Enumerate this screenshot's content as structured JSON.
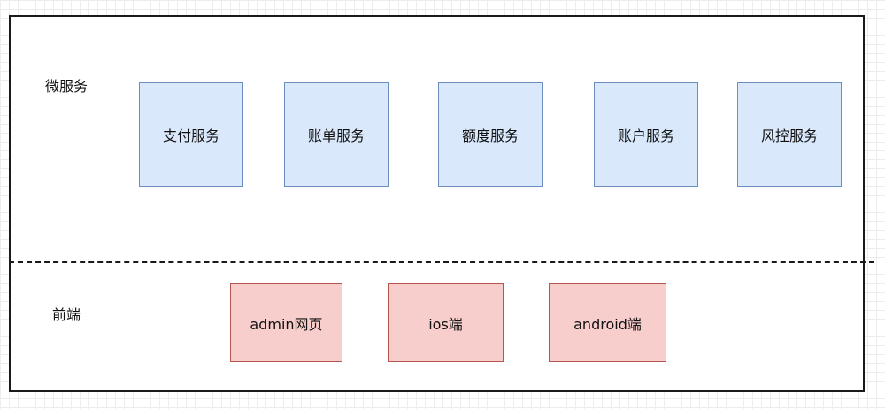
{
  "sections": {
    "microservices_label": "微服务",
    "frontend_label": "前端"
  },
  "services": [
    {
      "label": "支付服务"
    },
    {
      "label": "账单服务"
    },
    {
      "label": "额度服务"
    },
    {
      "label": "账户服务"
    },
    {
      "label": "风控服务"
    }
  ],
  "frontends": [
    {
      "label": "admin网页"
    },
    {
      "label": "ios端"
    },
    {
      "label": "android端"
    }
  ],
  "colors": {
    "service_fill": "#dae8fc",
    "service_stroke": "#6c8ebf",
    "frontend_fill": "#f8cecc",
    "frontend_stroke": "#b85450"
  }
}
